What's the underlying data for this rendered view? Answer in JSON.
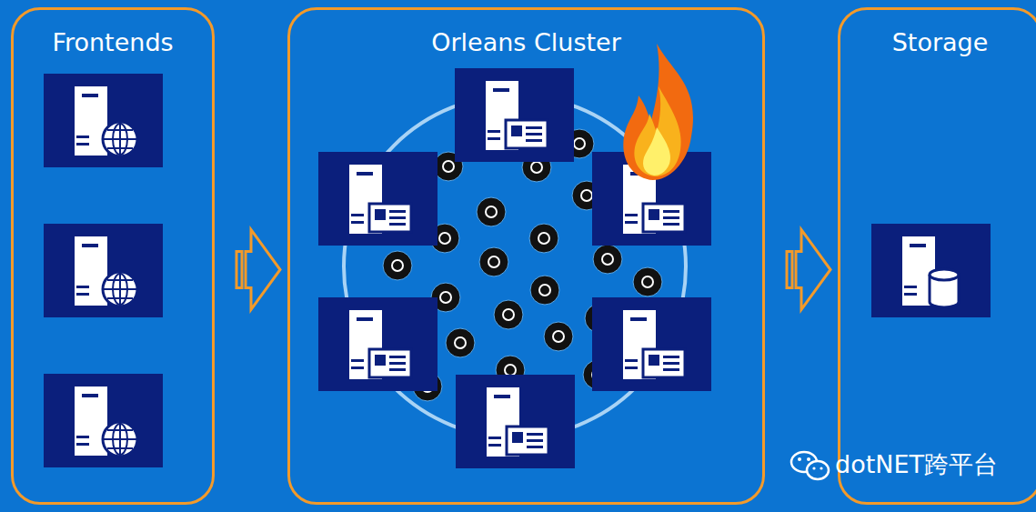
{
  "diagram": {
    "nodes": [
      {
        "text": [
          "Frontends"
        ]
      },
      {
        "text": [
          "Orleans Cluster"
        ]
      },
      {
        "text": [
          "Storage"
        ]
      }
    ],
    "edges": [
      {
        "from": 0,
        "to": 1,
        "arrow": "to"
      },
      {
        "from": 1,
        "to": 2,
        "arrow": "to"
      }
    ],
    "labels": [
      "dotNET跨平台"
    ]
  }
}
